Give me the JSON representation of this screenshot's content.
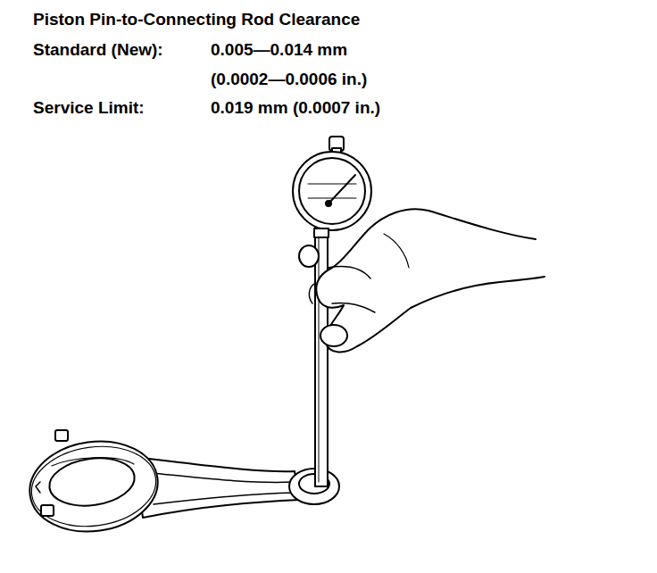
{
  "diagram": {
    "title": "Piston Pin-to-Connecting Rod Clearance",
    "labels": [
      "Standard (New):",
      "0.005—0.014 mm",
      "(0.0002—0.0006 in.)",
      "Service Limit:",
      "0.019 mm (0.0007 in.)"
    ]
  }
}
